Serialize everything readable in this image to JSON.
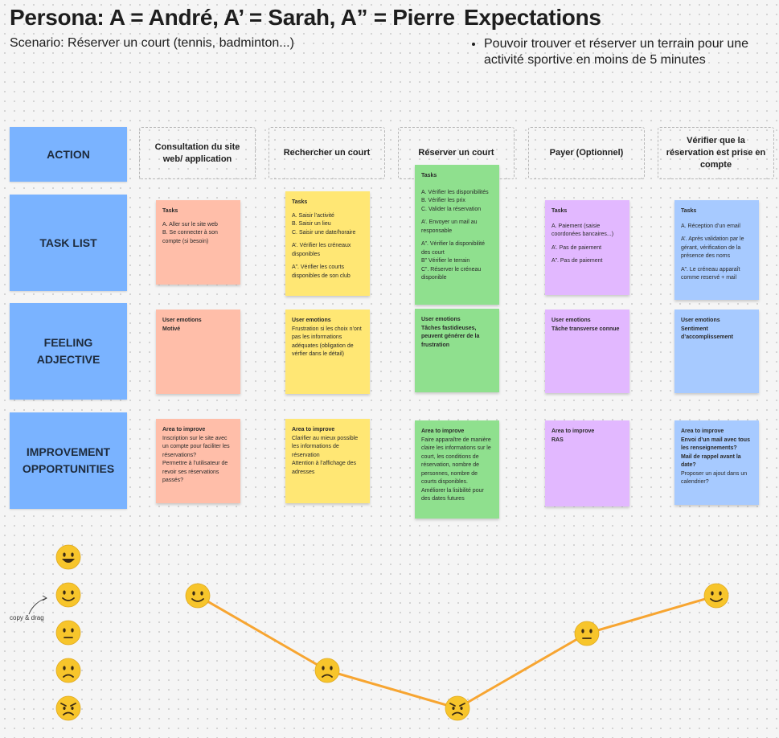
{
  "header": {
    "title": "Persona: A = André, A’ = Sarah, A” = Pierre",
    "subtitle": "Scenario: Réserver un court (tennis, badminton...)"
  },
  "expectations": {
    "title": "Expectations",
    "items": [
      "Pouvoir trouver et réserver un terrain pour une activité sportive en moins de 5 minutes"
    ]
  },
  "rows": {
    "action": "ACTION",
    "task_list": "TASK LIST",
    "feeling": "FEELING ADJECTIVE",
    "improvement": "IMPROVEMENT OPPORTUNITIES"
  },
  "stages": [
    "Consultation du site web/ application",
    "Rechercher un court",
    "Réserver un court",
    "Payer (Optionnel)",
    "Vérifier que la réservation est prise en compte"
  ],
  "tasks": [
    {
      "head": "Tasks",
      "lines": [
        "A. Aller sur le site web",
        "B. Se connecter à son compte (si besoin)"
      ]
    },
    {
      "head": "Tasks",
      "lines": [
        "A. Saisir l’activité",
        "B. Saisir un lieu",
        "C. Saisir une date/horaire",
        "A’. Vérifier les créneaux disponibles",
        "A”. Vérifier les courts disponibles de son club"
      ]
    },
    {
      "head": "Tasks",
      "lines": [
        "A. Vérifier les disponibilités",
        "B. Vérifier les prix",
        "C. Valider la réservation",
        "A’. Envoyer un mail au responsable",
        "A”. Vérifier la disponibilité des court",
        "B” Vérifier le terrain",
        "C”. Réserver le créneau disponible"
      ]
    },
    {
      "head": "Tasks",
      "lines": [
        "A. Paiement (saisie coordonées bancaires...)",
        "A’. Pas de paiement",
        "A”. Pas de paiement"
      ]
    },
    {
      "head": "Tasks",
      "lines": [
        "A. Réception d’un email",
        "A’. Après validation par le gérant, vérification de la présence des noms",
        "A”. Le créneau apparaît comme reservé + mail"
      ]
    }
  ],
  "emotions": [
    {
      "head": "User emotions",
      "lines": [
        "Motivé"
      ]
    },
    {
      "head": "User emotions",
      "lines": [
        "Frustration si les choix n’ont pas les informations adéquates (obligation de vérfier dans le détail)"
      ]
    },
    {
      "head": "User emotions",
      "lines": [
        "Tâches fastidieuses, peuvent générer de la frustration"
      ]
    },
    {
      "head": "User emotions",
      "lines": [
        "Tâche transverse connue"
      ]
    },
    {
      "head": "User emotions",
      "lines": [
        "Sentiment d’accomplissement"
      ]
    }
  ],
  "improvements": [
    {
      "head": "Area to improve",
      "lines": [
        "Inscription sur le site avec un compte pour faciliter les réservations?",
        "Permettre à l’utilisateur de revoir ses réservations passés?"
      ]
    },
    {
      "head": "Area to improve",
      "lines": [
        "Clarifier au mieux possible les informations de réservation",
        "Attention à l’affichage des adresses"
      ]
    },
    {
      "head": "Area to improve",
      "lines": [
        "Faire apparaître de manière claire les informations sur le court, les conditions de réservation, nombre de personnes, nombre de courts disponibles.",
        "Améliorer la lisibilité pour des dates futures"
      ]
    },
    {
      "head": "Area to improve",
      "lines": [
        "RAS"
      ]
    },
    {
      "head": "Area to improve",
      "lines": [
        "Envoi d’un mail avec tous les renseignements?",
        "Mail de rappel avant la date?",
        "Proposer un ajout dans un calendrier?"
      ]
    }
  ],
  "palette": {
    "label_blue": "#7ab3ff",
    "orange": "#ffbea9",
    "yellow": "#ffe774",
    "green": "#8fe08e",
    "purple": "#e2b8ff",
    "blue": "#a7caff",
    "curve": "#f7a531",
    "emoji": "#f7c52b"
  },
  "emoji_scale": [
    "very-happy",
    "happy",
    "neutral",
    "sad",
    "angry"
  ],
  "emoji_scale_note": "copy & drag",
  "journey": [
    {
      "stage": "Consultation du site web/ application",
      "mood": "happy"
    },
    {
      "stage": "Rechercher un court",
      "mood": "sad"
    },
    {
      "stage": "Réserver un court",
      "mood": "angry"
    },
    {
      "stage": "Payer (Optionnel)",
      "mood": "neutral"
    },
    {
      "stage": "Vérifier que la réservation est prise en compte",
      "mood": "happy"
    }
  ]
}
